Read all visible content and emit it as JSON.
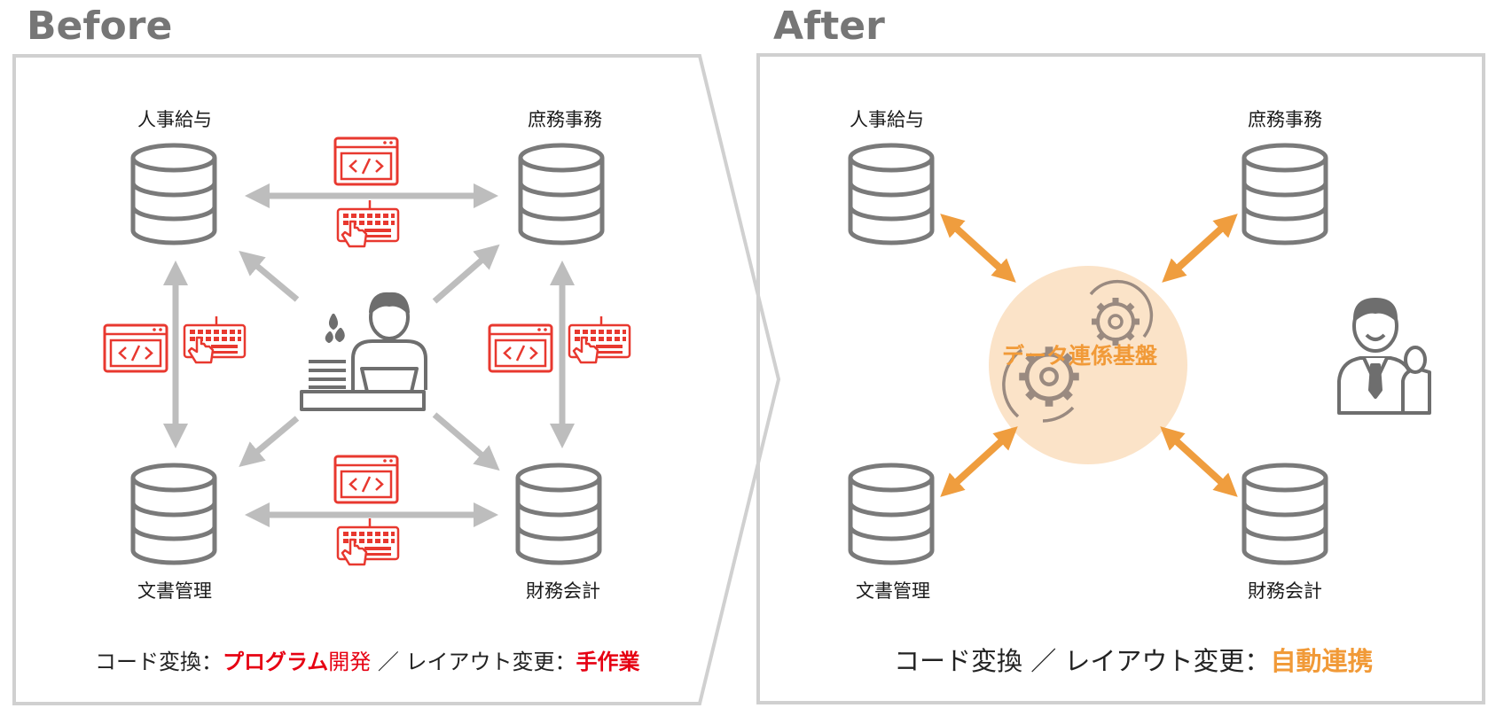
{
  "before": {
    "heading": "Before",
    "systems": {
      "hr_payroll": "人事給与",
      "general_affairs": "庶務事務",
      "document_management": "文書管理",
      "financial_accounting": "財務会計"
    },
    "caption": {
      "prefix": "コード変換：",
      "highlight1": "プログラム",
      "highlight1b": "開発",
      "middle": " ／ レイアウト変更：",
      "highlight2": "手作業"
    }
  },
  "after": {
    "heading": "After",
    "systems": {
      "hr_payroll": "人事給与",
      "general_affairs": "庶務事務",
      "document_management": "文書管理",
      "financial_accounting": "財務会計"
    },
    "hub_label": "データ連係基盤",
    "caption": {
      "prefix": "コード変換 ／ レイアウト変更：",
      "highlight": "自動連携"
    }
  },
  "colors": {
    "frame": "#d0d0d0",
    "db": "#7a7a7a",
    "arrow_gray": "#bdbdbd",
    "manual_red": "#e8382f",
    "hub_fill": "#fbe3c8",
    "arrow_orange": "#ef9d3e"
  },
  "icons": [
    "database-icon",
    "code-window-icon",
    "keyboard-hand-icon",
    "stressed-worker-icon",
    "gear-icon",
    "businessman-icon"
  ]
}
